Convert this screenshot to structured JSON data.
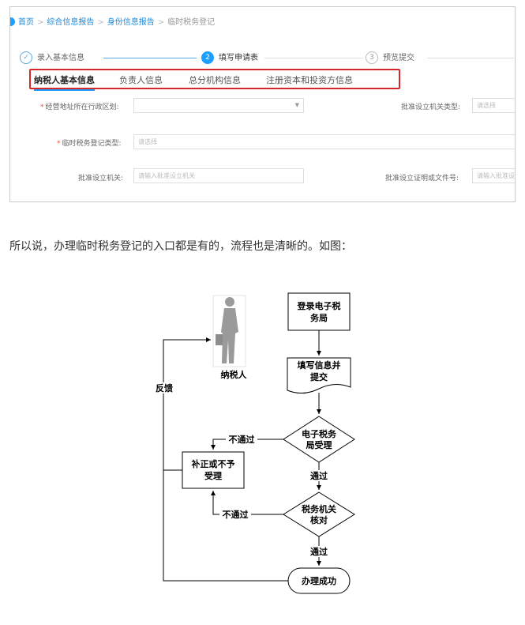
{
  "breadcrumb": {
    "home": "首页",
    "sep": ">",
    "item1": "综合信息报告",
    "item2": "身份信息报告",
    "current": "临时税务登记"
  },
  "steps": [
    {
      "num": "✓",
      "label": "录入基本信息",
      "state": "done"
    },
    {
      "num": "2",
      "label": "填写申请表",
      "state": "current"
    },
    {
      "num": "3",
      "label": "预览提交",
      "state": "todo"
    }
  ],
  "tabs": [
    "纳税人基本信息",
    "负责人信息",
    "总分机构信息",
    "注册资本和投资方信息"
  ],
  "form": {
    "addr_label": "经营地址所在行政区划:",
    "addr_value": "",
    "approve_type_label": "批准设立机关类型:",
    "approve_type_placeholder": "请选择",
    "temp_type_label": "临时税务登记类型:",
    "temp_type_placeholder": "请选择",
    "approve_org_label": "批准设立机关:",
    "approve_org_placeholder": "请输入批准设立机关",
    "approve_doc_label": "批准设立证明或文件号:",
    "approve_doc_placeholder": "请输入批准设"
  },
  "paragraph": "所以说，办理临时税务登记的入口都是有的，流程也是清晰的。如图：",
  "flowchart": {
    "taxpayer": "纳税人",
    "login_1": "登录电子税",
    "login_2": "务局",
    "fill_1": "填写信息并",
    "fill_2": "提交",
    "accept_1": "电子税务",
    "accept_2": "局受理",
    "check_1": "税务机关",
    "check_2": "核对",
    "correct_1": "补正或不予",
    "correct_2": "受理",
    "success": "办理成功",
    "feedback": "反馈",
    "fail": "不通过",
    "pass": "通过"
  },
  "colors": {
    "accent": "#1e9fff",
    "highlight": "#d9262b"
  }
}
